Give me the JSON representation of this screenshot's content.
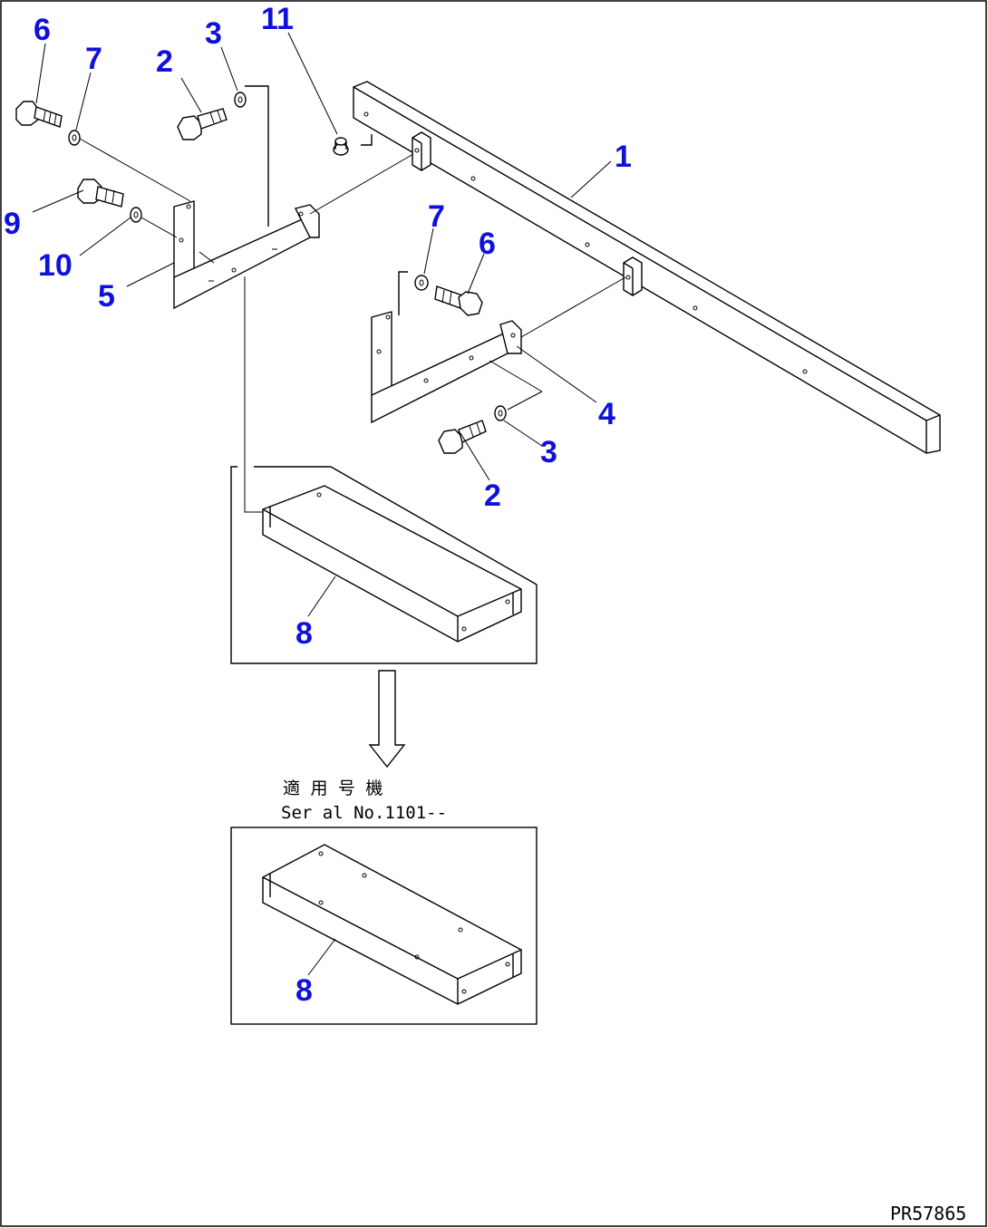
{
  "diagram": {
    "callouts": [
      {
        "id": "c6a",
        "text": "6"
      },
      {
        "id": "c7a",
        "text": "7"
      },
      {
        "id": "c2a",
        "text": "2"
      },
      {
        "id": "c3a",
        "text": "3"
      },
      {
        "id": "c11",
        "text": "11"
      },
      {
        "id": "c1",
        "text": "1"
      },
      {
        "id": "c9",
        "text": "9"
      },
      {
        "id": "c10",
        "text": "10"
      },
      {
        "id": "c5",
        "text": "5"
      },
      {
        "id": "c7b",
        "text": "7"
      },
      {
        "id": "c6b",
        "text": "6"
      },
      {
        "id": "c4",
        "text": "4"
      },
      {
        "id": "c3b",
        "text": "3"
      },
      {
        "id": "c2b",
        "text": "2"
      },
      {
        "id": "c8a",
        "text": "8"
      },
      {
        "id": "c8b",
        "text": "8"
      }
    ],
    "callout_color": "#1010dd",
    "serial_note_line1": "適 用 号 機",
    "serial_note_line2": "Ser al No.1101--",
    "figure_ref": "PR57865"
  }
}
